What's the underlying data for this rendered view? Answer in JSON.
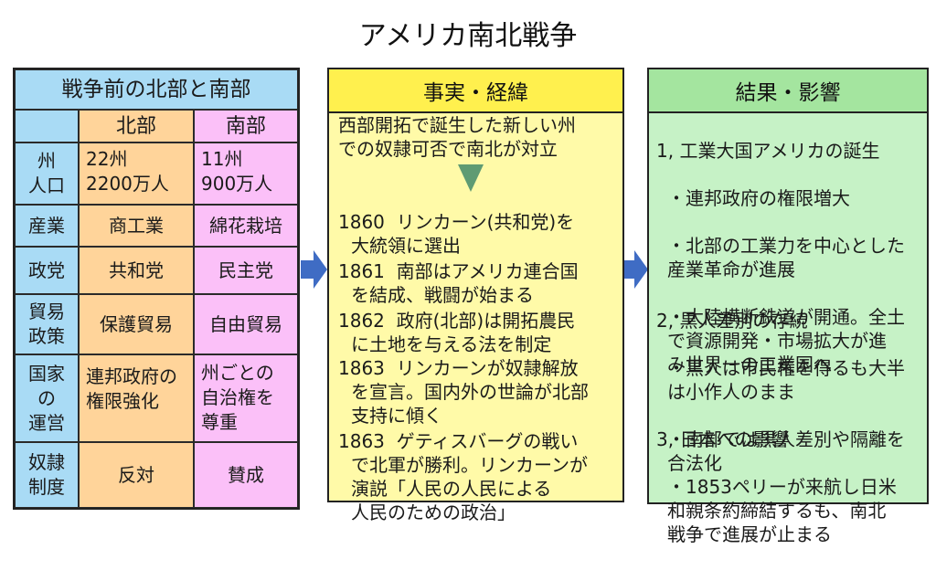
{
  "title": "アメリカ南北戦争",
  "left_panel": {
    "header": "戦争前の北部と南部",
    "col_north": "北部",
    "col_south": "南部",
    "rows": [
      {
        "label": "州\n人口",
        "north": "22州\n2200万人",
        "south": "11州\n900万人"
      },
      {
        "label": "産業",
        "north": "商工業",
        "south": "綿花栽培"
      },
      {
        "label": "政党",
        "north": "共和党",
        "south": "民主党"
      },
      {
        "label": "貿易\n政策",
        "north": "保護貿易",
        "south": "自由貿易"
      },
      {
        "label": "国家\nの\n運営",
        "north": "連邦政府の\n権限強化",
        "south": "州ごとの\n自治権を\n尊重"
      },
      {
        "label": "奴隷\n制度",
        "north": "反対",
        "south": "賛成"
      }
    ]
  },
  "middle_panel": {
    "header": "事実・経緯",
    "intro": "西部開拓で誕生した新しい州\nでの奴隷可否で南北が対立",
    "events": [
      {
        "year": "1860",
        "line1": "リンカーン(共和党)を",
        "line2": "大統領に選出"
      },
      {
        "year": "1861",
        "line1": "南部はアメリカ連合国",
        "line2": "を結成、戦闘が始まる"
      },
      {
        "year": "1862",
        "line1": "政府(北部)は開拓農民",
        "line2": "に土地を与える法を制定"
      },
      {
        "year": "1863",
        "line1": "リンカーンが奴隷解放",
        "line2": "を宣言。国内外の世論が北部\n支持に傾く"
      },
      {
        "year": "1863",
        "line1": "ゲティスバーグの戦い",
        "line2": "で北軍が勝利。リンカーンが\n演説「人民の人民による\n人民のための政治」"
      }
    ]
  },
  "right_panel": {
    "header": "結果・影響",
    "sections": [
      {
        "heading": "1, 工業大国アメリカの誕生",
        "bullets": [
          "・連邦政府の権限増大",
          "・北部の工業力を中心とした\n産業革命が進展",
          "・大陸横断鉄道が開通。全土\nで資源開発・市場拡大が進\nみ世界一の工業国へ"
        ]
      },
      {
        "heading": "2, 黒人差別の存続",
        "bullets": [
          "・黒人は市民権を得るも大半\nは小作人のまま",
          "・南部では黒人差別や隔離を\n合法化"
        ]
      },
      {
        "heading": "3, 日本への影響",
        "bullets": [
          "・1853ペリーが来航し日米\n和親条約締結するも、南北\n戦争で進展が止まる"
        ]
      }
    ]
  },
  "colors": {
    "left_header": "#a9dbf5",
    "north": "#ffd49a",
    "south": "#fbc0f8",
    "middle_bg": "#fffaa8",
    "middle_header": "#fff04e",
    "right_bg": "#c6f2c6",
    "right_header": "#a4e59f",
    "arrow": "#3f6cc4",
    "down_arrow": "#5f9b73"
  }
}
